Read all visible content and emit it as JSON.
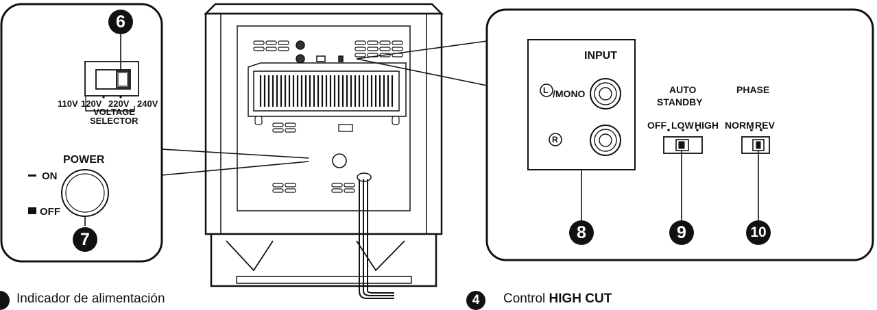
{
  "left_panel": {
    "callout_6": "6",
    "voltage_labels": [
      "110V",
      "120V",
      "220V",
      "240V"
    ],
    "voltage_title": "VOLTAGE",
    "selector_title": "SELECTOR",
    "power_title": "POWER",
    "on_label": "ON",
    "off_label": "OFF",
    "callout_7": "7"
  },
  "right_panel": {
    "input_title": "INPUT",
    "mono_label": "/MONO",
    "l_symbol": "L",
    "r_symbol": "R",
    "auto_label": "AUTO",
    "standby_label": "STANDBY",
    "standby_options": [
      "OFF",
      "LOW",
      "HIGH"
    ],
    "phase_title": "PHASE",
    "phase_options": [
      "NORM",
      "REV"
    ],
    "callout_8": "8",
    "callout_9": "9",
    "callout_10": "10"
  },
  "bottom_text": {
    "item_left_text": "Indicador de alimentación",
    "item_right_number": "4",
    "item_right_prefix": "Control ",
    "item_right_bold": "HIGH CUT"
  }
}
